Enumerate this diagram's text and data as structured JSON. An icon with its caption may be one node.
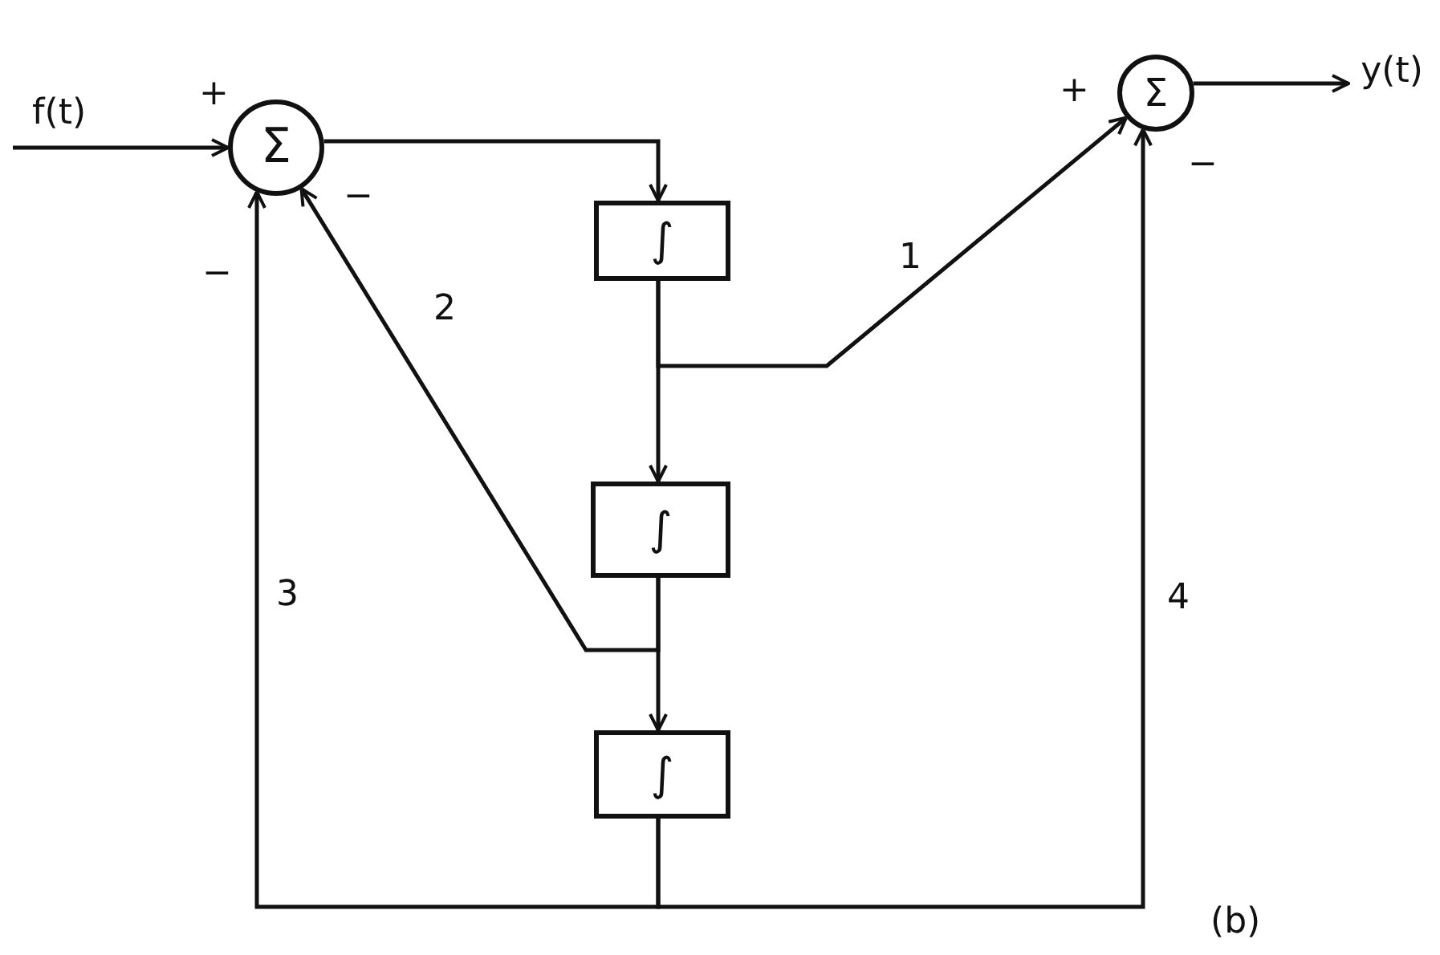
{
  "diagram": {
    "nodes": [
      {
        "text": [
          "Σ"
        ],
        "beside": [
          "+",
          "−",
          "−"
        ]
      },
      {
        "text": [
          "∫"
        ]
      },
      {
        "text": [
          "∫"
        ]
      },
      {
        "text": [
          "∫"
        ]
      },
      {
        "text": [
          "Σ"
        ],
        "beside": [
          "+",
          "−"
        ]
      },
      {
        "text": [
          "y(t)"
        ]
      }
    ],
    "edges": [
      {
        "from": null,
        "to": 0,
        "arrow": "to",
        "label": "f(t)"
      },
      {
        "from": 0,
        "to": 1,
        "arrow": "to"
      },
      {
        "from": 1,
        "to": 2,
        "arrow": "to"
      },
      {
        "from": 1,
        "to": 4,
        "arrow": "to",
        "label": "1"
      },
      {
        "from": 2,
        "to": 3,
        "arrow": "to"
      },
      {
        "from": 2,
        "to": 0,
        "arrow": "to",
        "label": "2"
      },
      {
        "from": 3,
        "to": 0,
        "arrow": "to",
        "label": "3"
      },
      {
        "from": 3,
        "to": 4,
        "arrow": "to",
        "label": "4"
      },
      {
        "from": 4,
        "to": 5,
        "arrow": "to"
      }
    ],
    "labels": [
      "(b)"
    ]
  }
}
